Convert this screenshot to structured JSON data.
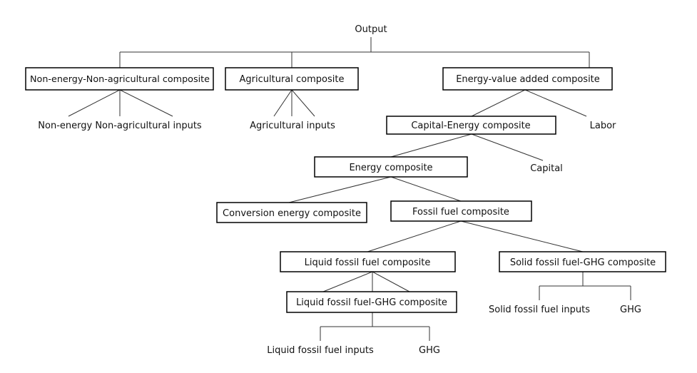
{
  "nodes": {
    "output": "Output",
    "non_energy_composite": "Non-energy-Non-agricultural composite",
    "agricultural_composite": "Agricultural composite",
    "energy_va_composite": "Energy-value added composite",
    "non_energy_inputs": "Non-energy Non-agricultural inputs",
    "agricultural_inputs": "Agricultural inputs",
    "capital_energy_composite": "Capital-Energy composite",
    "labor": "Labor",
    "energy_composite": "Energy composite",
    "capital": "Capital",
    "conversion_energy_composite": "Conversion energy composite",
    "fossil_fuel_composite": "Fossil fuel composite",
    "liquid_fossil_fuel_composite": "Liquid fossil fuel composite",
    "solid_fossil_fuel_ghg_composite": "Solid fossil fuel-GHG composite",
    "liquid_fossil_fuel_ghg_composite": "Liquid fossil fuel-GHG composite",
    "solid_fossil_fuel_inputs": "Solid fossil fuel inputs",
    "ghg_solid": "GHG",
    "liquid_fossil_fuel_inputs": "Liquid fossil fuel inputs",
    "ghg_liquid": "GHG"
  }
}
